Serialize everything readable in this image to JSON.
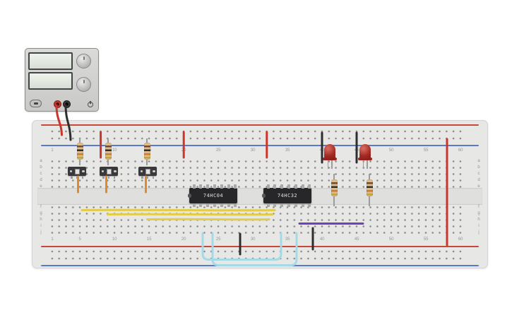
{
  "breadboard": {
    "column_numbers": [
      1,
      5,
      10,
      15,
      20,
      25,
      30,
      35,
      40,
      45,
      50,
      55,
      60
    ],
    "row_letters_top": [
      "a",
      "b",
      "c",
      "d",
      "e"
    ],
    "row_letters_bottom": [
      "f",
      "g",
      "h",
      "i",
      "j"
    ],
    "plus_sign": "+",
    "minus_sign": "-"
  },
  "components": {
    "ic1": {
      "label": "74HC04"
    },
    "ic2": {
      "label": "74HC32"
    }
  },
  "colors": {
    "board": "#e7e7e5",
    "rail_positive_line": "#c8473b",
    "rail_negative_line": "#5b79c9",
    "wire_red": "#c8372d",
    "wire_black": "#2e2e30",
    "wire_orange": "#e08a2e",
    "wire_yellow": "#e3cc4a",
    "wire_purple": "#6f42b8",
    "wire_cyan": "#a6d9e6",
    "led_body": "#a42a22",
    "ic_body": "#27272a",
    "resistor_body": "#d9bd90"
  }
}
